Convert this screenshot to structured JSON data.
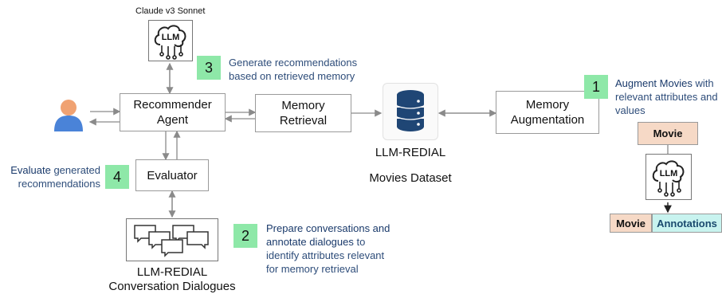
{
  "top_label": "Claude v3 Sonnet",
  "llm_icon_text": "LLM",
  "boxes": {
    "recommender_line1": "Recommender",
    "recommender_line2": "Agent",
    "memory_retrieval_line1": "Memory",
    "memory_retrieval_line2": "Retrieval",
    "memory_augmentation_line1": "Memory",
    "memory_augmentation_line2": "Augmentation",
    "evaluator": "Evaluator"
  },
  "dataset": {
    "line1": "LLM-REDIAL",
    "line2": "Movies Dataset"
  },
  "dialogues": {
    "line1": "LLM-REDIAL",
    "line2": "Conversation Dialogues"
  },
  "steps": [
    {
      "number": "1",
      "highlight": "Augment Movies",
      "text_rest": " with",
      "line2": "relevant attributes and",
      "line3": "values"
    },
    {
      "number": "2",
      "highlight": "Prepare conversations and",
      "line2_highlight": "annotate dialogues",
      "line2_rest": " to",
      "line3": "identify attributes relevant",
      "line4": "for memory retrieval"
    },
    {
      "number": "3",
      "line1": "Generate recommendations",
      "line2": "based  on retrieved memory"
    },
    {
      "number": "4",
      "highlight": "Evaluate",
      "text_rest": " generated",
      "line2": "recommendations"
    }
  ],
  "augment": {
    "movie_tag": "Movie",
    "out_movie": "Movie",
    "out_annotations": "Annotations"
  },
  "colors": {
    "step_badge": "#8ee8a8",
    "movie_tag": "#f6d9c6",
    "annotations_tag": "#c8f3ef",
    "user_head": "#f0a272",
    "user_body": "#4a83d8",
    "db": "#1f4675",
    "note_text": "#2e4d7a"
  }
}
